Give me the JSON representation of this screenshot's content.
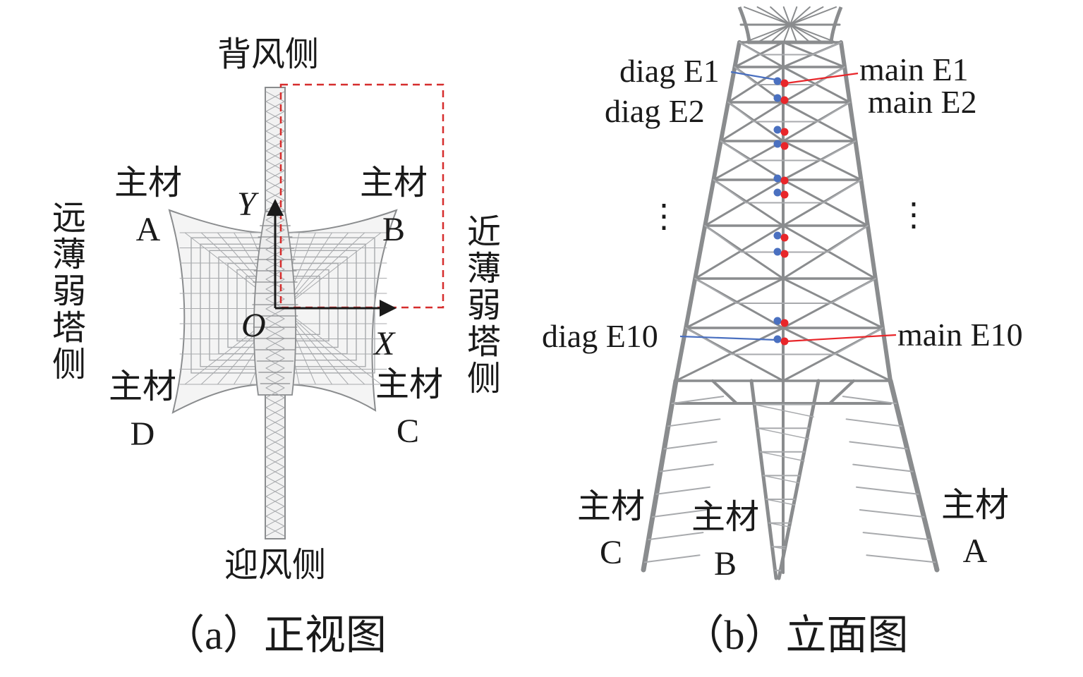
{
  "panel_a": {
    "top_label": "背风侧",
    "bottom_label": "迎风侧",
    "left_side": "远薄弱塔侧",
    "right_side": "近薄弱塔侧",
    "member_A": {
      "line1": "主材",
      "line2": "A"
    },
    "member_B": {
      "line1": "主材",
      "line2": "B"
    },
    "member_C": {
      "line1": "主材",
      "line2": "C"
    },
    "member_D": {
      "line1": "主材",
      "line2": "D"
    },
    "axis_y": "Y",
    "axis_x": "X",
    "origin": "O",
    "caption": "（a）正视图"
  },
  "panel_b": {
    "diag_first": "diag E1",
    "diag_second": "diag E2",
    "diag_last": "diag E10",
    "main_first": "main E1",
    "main_second": "main E2",
    "main_last": "main E10",
    "ellipsis": "⋮",
    "member_C": {
      "line1": "主材",
      "line2": "C"
    },
    "member_B": {
      "line1": "主材",
      "line2": "B"
    },
    "member_A": {
      "line1": "主材",
      "line2": "A"
    },
    "caption": "（b）立面图"
  },
  "colors": {
    "frame": "#8a8c8e",
    "frame_light": "#a8aaad",
    "diag_marker": "#4a70c0",
    "main_marker": "#e8262a",
    "dashed_box": "#d62d2d",
    "axis": "#1a1a1a"
  }
}
